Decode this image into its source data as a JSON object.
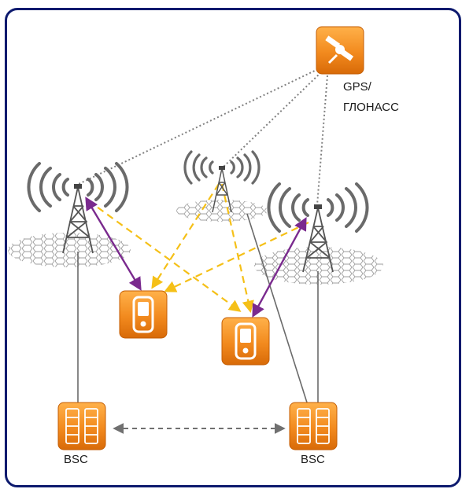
{
  "labels": {
    "gps_line1": "GPS/",
    "gps_line2": "ГЛОНАСС",
    "bsc_left": "BSC",
    "bsc_right": "BSC"
  },
  "nodes": {
    "towers": [
      "tower-left",
      "tower-center",
      "tower-right"
    ],
    "mobiles": [
      "mobile-left",
      "mobile-right"
    ],
    "controllers": [
      "bsc-left",
      "bsc-right"
    ],
    "satellite": "gps-satellite-icon"
  },
  "colors": {
    "frame_border": "#0d1a6e",
    "device_orange": "#f28a1e",
    "signal_dashed": "#f5c018",
    "link_purple": "#7a2a8e",
    "tower_gray": "#6a6a6a",
    "sync_dotted": "#808080"
  }
}
